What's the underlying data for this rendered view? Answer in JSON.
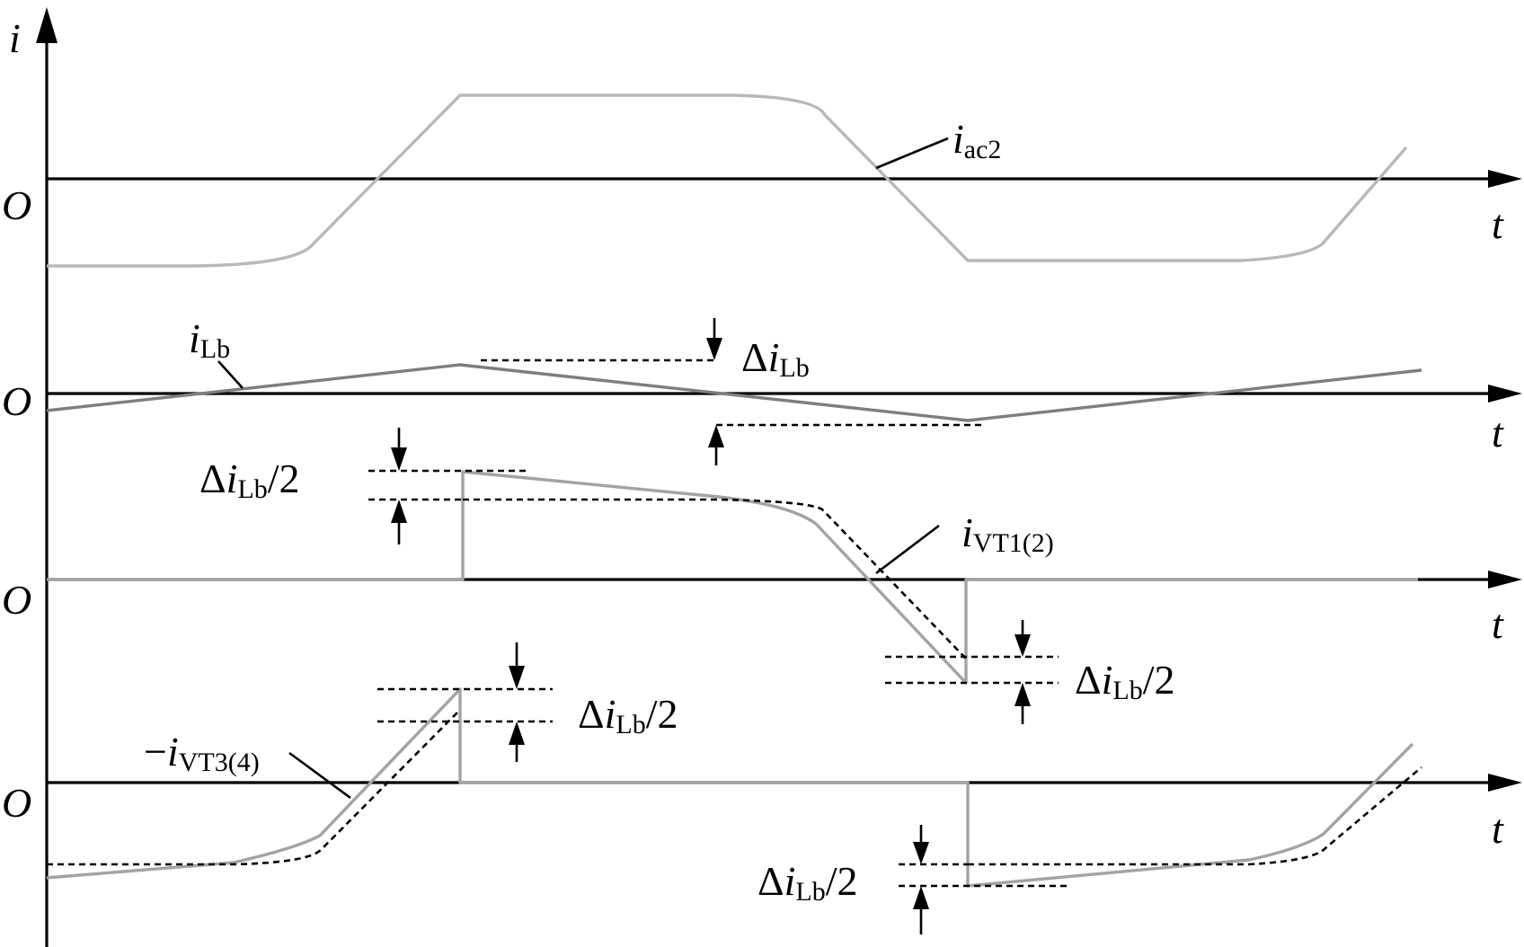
{
  "labels": {
    "axis_i": "i",
    "axis_t": "t",
    "origin": "O",
    "delta": "Δ",
    "i": "i",
    "sub_ac2": "ac2",
    "sub_Lb": "Lb",
    "sub_VT12": "VT1(2)",
    "sub_VT34": "VT3(4)",
    "minus": "−",
    "half": "/2"
  },
  "colors": {
    "axis": "#000000",
    "i_ac2": "#b8b8b8",
    "i_Lb": "#7e7e7e",
    "i_VT": "#a3a3a3",
    "dashed": "#000000"
  }
}
